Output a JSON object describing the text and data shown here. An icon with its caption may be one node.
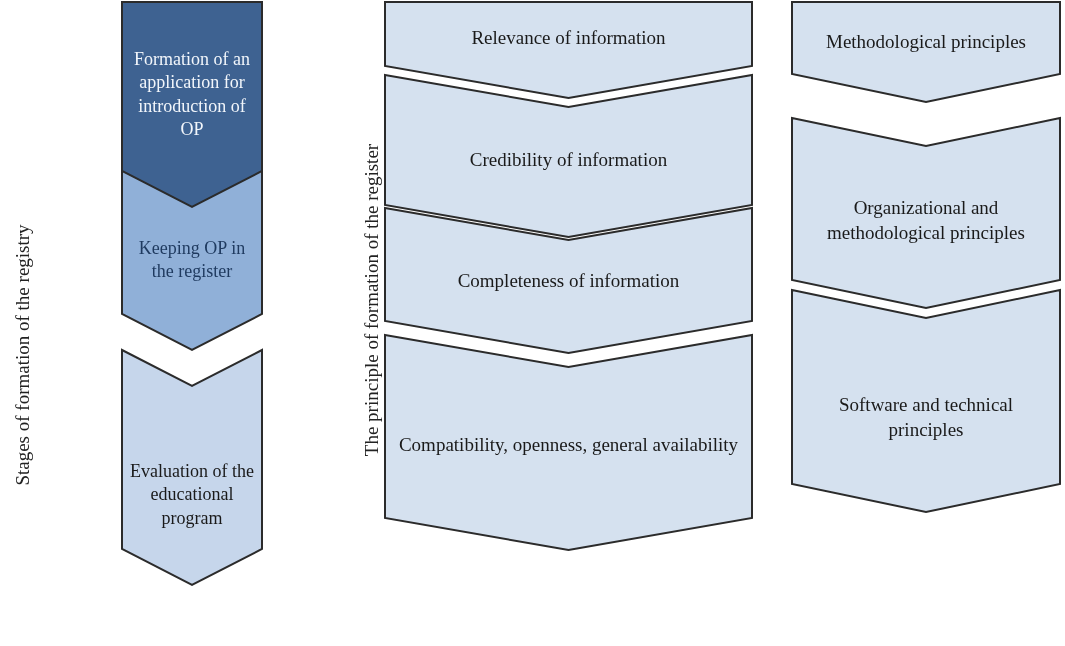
{
  "diagram": {
    "nodes": [
      {
        "text": [
          "Formation of an application for introduction of OP"
        ]
      },
      {
        "text": [
          "Keeping OP in the register"
        ]
      },
      {
        "text": [
          "Evaluation of the educational program"
        ]
      },
      {
        "text": [
          "Relevance of information"
        ]
      },
      {
        "text": [
          "Credibility of information"
        ]
      },
      {
        "text": [
          "Completeness of information"
        ]
      },
      {
        "text": [
          "Compatibility, openness, general availability"
        ]
      },
      {
        "text": [
          "Methodological principles"
        ]
      },
      {
        "text": [
          "Organizational and methodological principles"
        ]
      },
      {
        "text": [
          "Software and technical principles"
        ]
      }
    ],
    "edges": [],
    "labels": [
      "Stages of formation of the registry",
      "The principle of formation of the register"
    ]
  }
}
